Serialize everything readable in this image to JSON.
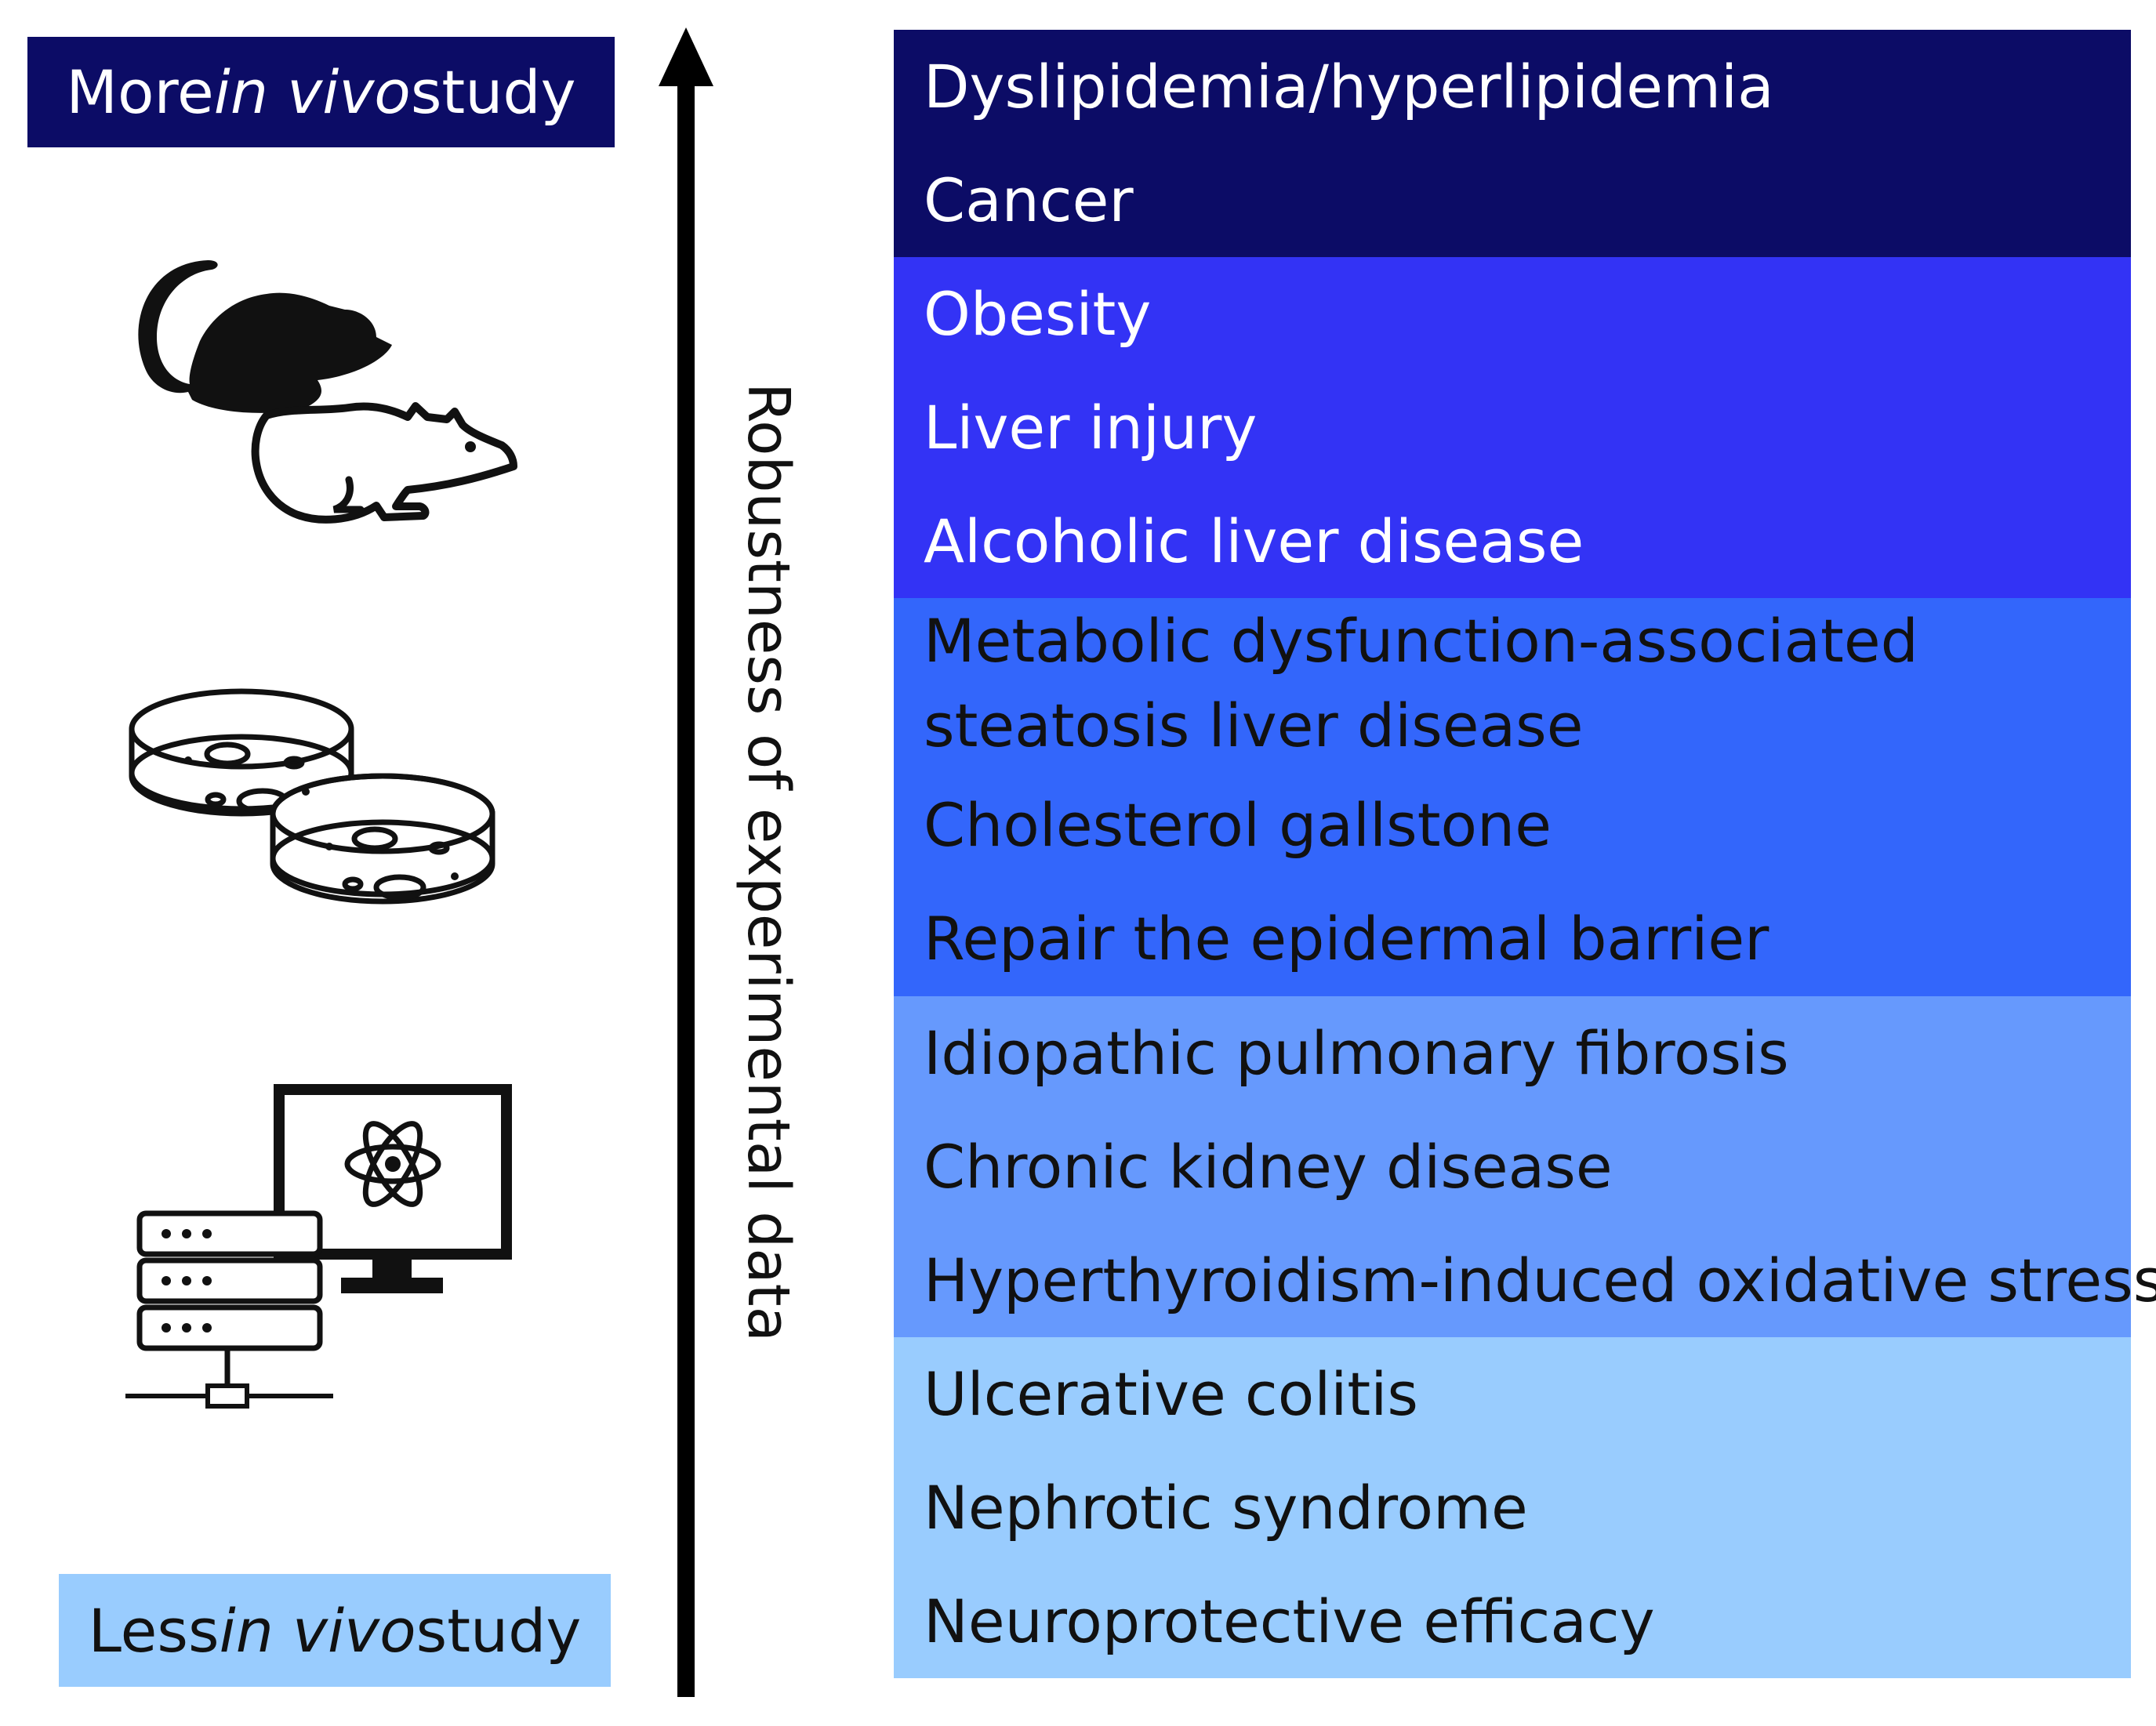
{
  "labels": {
    "more_prefix": "More ",
    "more_italic": "in vivo",
    "more_suffix": " study",
    "less_prefix": "Less ",
    "less_italic": "in vivo",
    "less_suffix": " study"
  },
  "axis_label": "Robustness of experimental data",
  "icons": [
    "mice-icon",
    "petri-dish-icon",
    "computer-server-icon"
  ],
  "colors": {
    "tier1": "#0c0c66",
    "tier2": "#3333f5",
    "tier3": "#3366fb",
    "tier4": "#6699fd",
    "tier5": "#99ccfe"
  },
  "tiers": [
    {
      "items": [
        "Dyslipidemia/hyperlipidemia",
        "Cancer"
      ]
    },
    {
      "items": [
        "Obesity",
        "Liver injury",
        "Alcoholic liver disease"
      ]
    },
    {
      "items": [
        "Metabolic dysfunction-associated\nsteatosis liver disease",
        "Cholesterol gallstone",
        "Repair the epidermal barrier"
      ]
    },
    {
      "items": [
        "Idiopathic pulmonary fibrosis",
        "Chronic kidney disease",
        "Hyperthyroidism-induced oxidative stress"
      ]
    },
    {
      "items": [
        "Ulcerative colitis",
        "Nephrotic syndrome",
        "Neuroprotective efficacy"
      ]
    }
  ]
}
